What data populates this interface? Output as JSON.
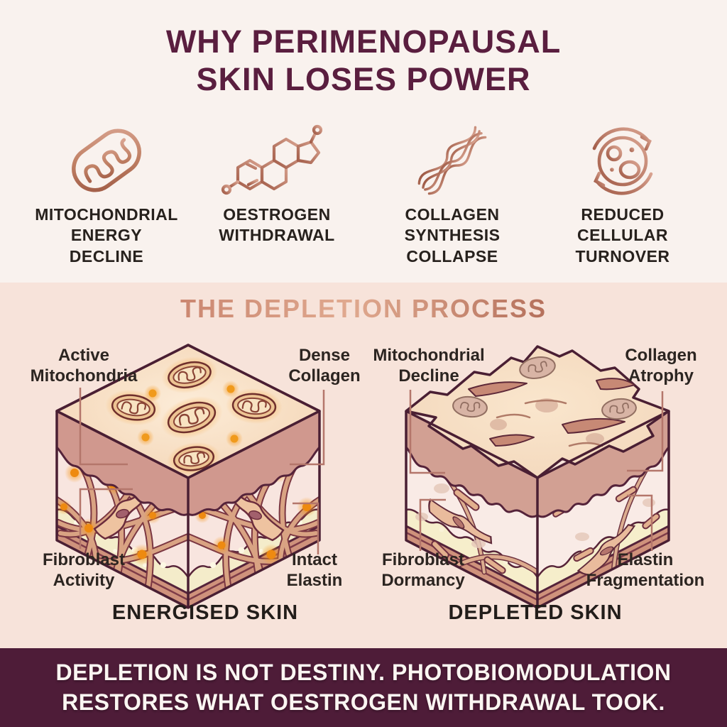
{
  "palette": {
    "bg_top": "#f9f2ee",
    "bg_mid": "#f7e3da",
    "banner_bg": "#4e1c38",
    "title_color": "#5a1e3f",
    "copper_accent": "#b4705c",
    "label_color": "#27211d",
    "leader_line": "#b4766b",
    "glow_orange": "#f08f12"
  },
  "header": {
    "title_line1": "WHY PERIMENOPAUSAL",
    "title_line2": "SKIN LOSES POWER"
  },
  "factors": [
    {
      "icon": "mitochondrion-icon",
      "lines": [
        "MITOCHONDRIAL",
        "ENERGY",
        "DECLINE"
      ]
    },
    {
      "icon": "oestrogen-molecule-icon",
      "lines": [
        "OESTROGEN",
        "WITHDRAWAL"
      ]
    },
    {
      "icon": "collagen-fiber-icon",
      "lines": [
        "COLLAGEN",
        "SYNTHESIS",
        "COLLAPSE"
      ]
    },
    {
      "icon": "cell-turnover-icon",
      "lines": [
        "REDUCED",
        "CELLULAR",
        "TURNOVER"
      ]
    }
  ],
  "process": {
    "heading": "THE DEPLETION PROCESS"
  },
  "energised": {
    "caption": "ENERGISED SKIN",
    "labels": {
      "top_left": [
        "Active",
        "Mitochondria"
      ],
      "top_right": [
        "Dense",
        "Collagen"
      ],
      "bottom_left": [
        "Fibroblast",
        "Activity"
      ],
      "bottom_right": [
        "Intact",
        "Elastin"
      ]
    }
  },
  "depleted": {
    "caption": "DEPLETED SKIN",
    "labels": {
      "top_left": [
        "Mitochondrial",
        "Decline"
      ],
      "top_right": [
        "Collagen",
        "Atrophy"
      ],
      "bottom_left": [
        "Fibroblast",
        "Dormancy"
      ],
      "bottom_right": [
        "Elastin",
        "Fragmentation"
      ]
    }
  },
  "banner": {
    "line1": "DEPLETION IS NOT DESTINY. PHOTOBIOMODULATION",
    "line2": "RESTORES WHAT OESTROGEN WITHDRAWAL TOOK."
  }
}
